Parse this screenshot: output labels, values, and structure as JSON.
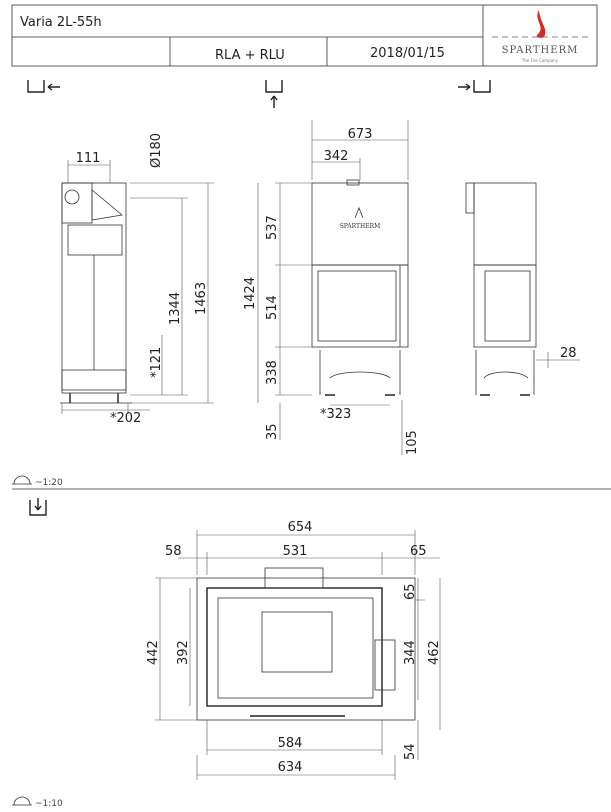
{
  "header": {
    "model": "Varia 2L-55h",
    "variant": "RLA + RLU",
    "date": "2018/01/15",
    "logo_text": "SPARTHERM",
    "logo_tagline": "The Fire Company"
  },
  "side_view_left": {
    "dims": {
      "w111": "111",
      "dia": "Ø180",
      "h1344": "1344",
      "h1463": "1463",
      "h121": "*121",
      "w202": "*202"
    }
  },
  "front_view": {
    "logo_text": "SPARTHERM",
    "dims": {
      "w673": "673",
      "w342": "342",
      "h537": "537",
      "h514": "514",
      "h338": "338",
      "h1424": "1424",
      "h35": "35",
      "w323": "*323",
      "h105": "105"
    }
  },
  "side_view_right": {
    "dims": {
      "w28": "28"
    }
  },
  "scale_1": "~1:20",
  "plan_view": {
    "dims": {
      "w654": "654",
      "w58": "58",
      "w531": "531",
      "w65a": "65",
      "h65b": "65",
      "h344": "344",
      "h462": "462",
      "h442": "442",
      "h392": "392",
      "w584": "584",
      "h54": "54",
      "w634": "634"
    }
  },
  "scale_2": "~1:10",
  "colors": {
    "flame": "#d42a20",
    "panel": "#d8d8d8",
    "line": "#333333"
  }
}
